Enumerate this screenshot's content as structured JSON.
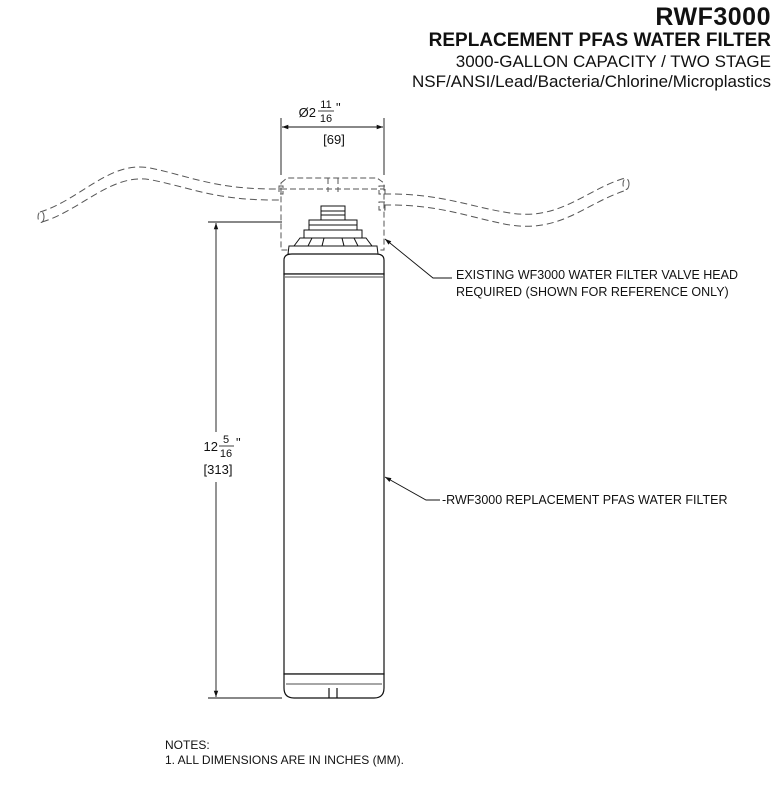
{
  "title": {
    "model": "RWF3000",
    "product": "REPLACEMENT PFAS WATER FILTER",
    "capacity": "3000-GALLON CAPACITY / TWO STAGE",
    "certifications": "NSF/ANSI/Lead/Bacteria/Chlorine/Microplastics"
  },
  "dimensions": {
    "diameter": {
      "prefix": "Ø2",
      "num": "11",
      "den": "16",
      "unit": "\"",
      "metric": "[69]"
    },
    "height": {
      "prefix": "12",
      "num": "5",
      "den": "16",
      "unit": "\"",
      "metric": "[313]"
    }
  },
  "callouts": {
    "valve_head_line1": "EXISTING WF3000 WATER FILTER VALVE HEAD",
    "valve_head_line2": "REQUIRED (SHOWN FOR REFERENCE ONLY)",
    "filter": "-RWF3000 REPLACEMENT PFAS WATER FILTER"
  },
  "notes": {
    "heading": "NOTES:",
    "items": [
      "1. ALL DIMENSIONS ARE IN INCHES (MM)."
    ]
  }
}
